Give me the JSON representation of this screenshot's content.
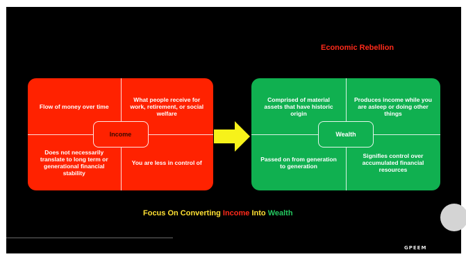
{
  "slide": {
    "title": "Economic Rebellion",
    "income": {
      "label": "Income",
      "cells": [
        "Flow of money over time",
        "What people receive for work, retirement, or social welfare",
        "Does not necessarily translate to long term or generational financial stability",
        "You are less in control of"
      ]
    },
    "wealth": {
      "label": "Wealth",
      "cells": [
        "Comprised of material assets that have historic origin",
        "Produces income while you are asleep or doing other things",
        "Passed on from generation to generation",
        "Signifies control over accumulated financial resources"
      ]
    },
    "footer": {
      "part1": "Focus On Converting ",
      "part2": "Income",
      "part3": " Into ",
      "part4": "Wealth"
    }
  },
  "colors": {
    "income_red": "#ff2200",
    "wealth_green": "#10b050",
    "arrow_yellow": "#f7f21a",
    "title_red": "#ff2a1a"
  },
  "icons": [
    "right-arrow-icon"
  ],
  "logo_text": "GPEEM"
}
